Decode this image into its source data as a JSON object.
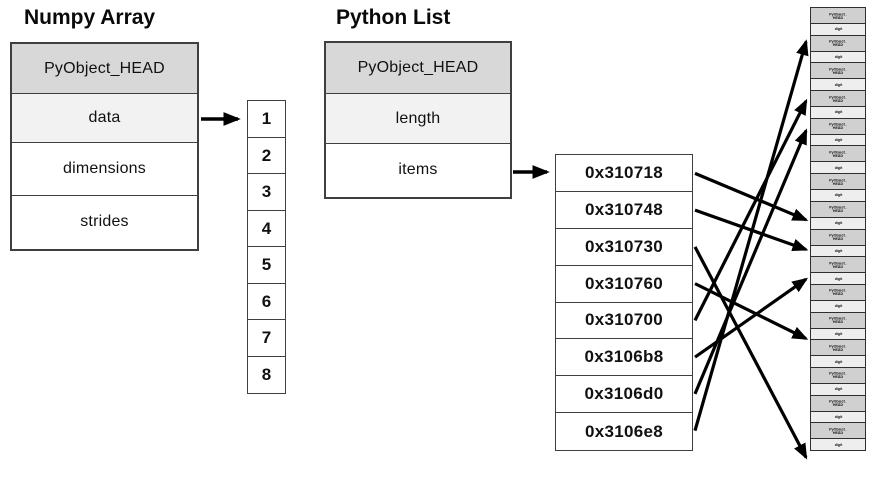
{
  "numpy": {
    "title": "Numpy Array",
    "rows": [
      "PyObject_HEAD",
      "data",
      "dimensions",
      "strides"
    ]
  },
  "numpy_cells": [
    "1",
    "2",
    "3",
    "4",
    "5",
    "6",
    "7",
    "8"
  ],
  "python": {
    "title": "Python List",
    "rows": [
      "PyObject_HEAD",
      "length",
      "items"
    ]
  },
  "addresses": [
    "0x310718",
    "0x310748",
    "0x310730",
    "0x310760",
    "0x310700",
    "0x3106b8",
    "0x3106d0",
    "0x3106e8"
  ],
  "mini_boxes": {
    "count": 16,
    "header_line1": "PyObject_",
    "header_line2": "HEAD",
    "value": "digit"
  },
  "links": [
    {
      "from": "0x310718",
      "to_pair": 8
    },
    {
      "from": "0x310748",
      "to_pair": 9
    },
    {
      "from": "0x310730",
      "to_pair": 16
    },
    {
      "from": "0x310760",
      "to_pair": 12
    },
    {
      "from": "0x310700",
      "to_pair": 4
    },
    {
      "from": "0x3106b8",
      "to_pair": 10
    },
    {
      "from": "0x3106d0",
      "to_pair": 5
    },
    {
      "from": "0x3106e8",
      "to_pair": 2
    }
  ],
  "colors": {
    "header_fill": "#d8d8d8",
    "sub_fill": "#f2f2f2",
    "white_fill": "#ffffff",
    "mini_header_fill": "#d0d0d0",
    "mini_value_fill": "#eeeeee",
    "border": "#3f3f3f",
    "arrow": "#000000"
  }
}
